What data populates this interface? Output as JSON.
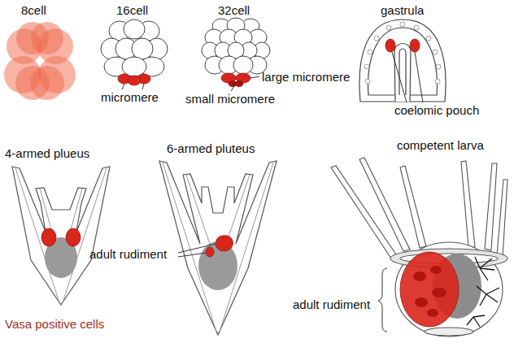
{
  "diagram": {
    "labels": [
      "8cell",
      "16cell",
      "32cell",
      "gastrula",
      "micromere",
      "large micromere",
      "small micromere",
      "coelomic pouch",
      "4-armed plueus",
      "6-armed pluteus",
      "adult rudiment",
      "competent larva",
      "adult rudiment",
      "Vasa positive cells"
    ]
  }
}
